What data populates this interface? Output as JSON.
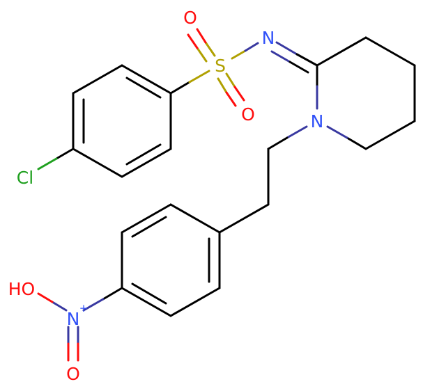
{
  "atoms": {
    "cl": "Cl",
    "s": "S",
    "o_top": "O",
    "o_bottom": "O",
    "n_imine": "N",
    "n_ring": "N",
    "n_nitro": "N",
    "nitro_charge": "+",
    "ho": "HO",
    "o_nitro": "O"
  },
  "colors": {
    "bond": "#000000",
    "oxygen": "#ff0d0d",
    "nitrogen": "#3050f8",
    "nitrogen_bond": "#3838a0",
    "sulfur": "#b0a000",
    "chlorine": "#1fa01f"
  }
}
